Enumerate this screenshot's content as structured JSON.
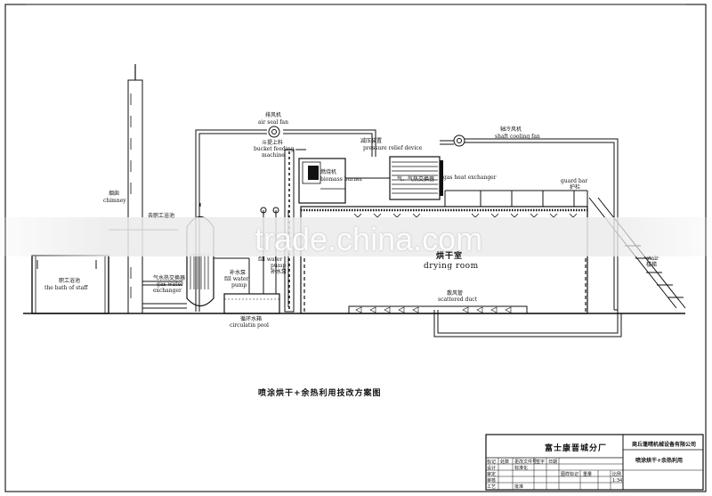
{
  "labels": {
    "air_seal_fan_cn": "排风机",
    "air_seal_fan_en": "air seal fan",
    "bucket_feeding_cn": "斗提上料",
    "bucket_feeding_en1": "bucket feeding",
    "bucket_feeding_en2": "machine",
    "pressure_relief_cn": "减压装置",
    "pressure_relief_en": "pressure relief device",
    "shaft_cooling_cn": "轴冷风机",
    "shaft_cooling_en": "shaft cooling fan",
    "burner_cn": "燃烧机",
    "burner_en": "biomass burner",
    "gas_heat_cn": "气、气热交换器",
    "gas_heat_en": "gas heat exchanger",
    "guard_bar_en": "guard bar",
    "guard_bar_cn": "护栏",
    "chimney_cn": "烟囱",
    "chimney_en": "chimney",
    "staff_bath_cn_top": "去职工浴池",
    "staff_bath_cn": "职工浴池",
    "staff_bath_en": "the bath of staff",
    "gas_water_cn": "气水热交换器",
    "gas_water_en1": "gas water",
    "gas_water_en2": "exchanger",
    "fill_pump_cn": "补水泵",
    "fill_pump_en1": "fill water",
    "fill_pump_en2": "pump",
    "fill_water_pump_en1": "fill water",
    "fill_water_pump_en2": "pump",
    "fill_water_pump_cn": "补水泵",
    "circ_pool_cn": "循环水箱",
    "circ_pool_en": "circulatin pool",
    "drying_room_cn": "烘干室",
    "drying_room_en": "drying room",
    "scattered_duct_cn": "散风管",
    "scattered_duct_en": "scattered duct",
    "stair_en": "stair",
    "stair_cn": "楼梯"
  },
  "scheme_title": "喷涂烘干+余热利用技改方案图",
  "watermark": "trade.china.com",
  "title_block": {
    "company_cn": "富士康晋城分厂",
    "designer_company": "商丘蓬晴机械设备有限公司",
    "drawing_name": "喷涂烘干+余热利用",
    "scale_value": "1:34",
    "scale_label": "比例",
    "cells": [
      "标记",
      "处数",
      "更改文件号",
      "签字",
      "日期",
      "设计",
      "标准化",
      "审定",
      "审核",
      "工艺",
      "批准",
      "图样标记",
      "重量"
    ]
  }
}
